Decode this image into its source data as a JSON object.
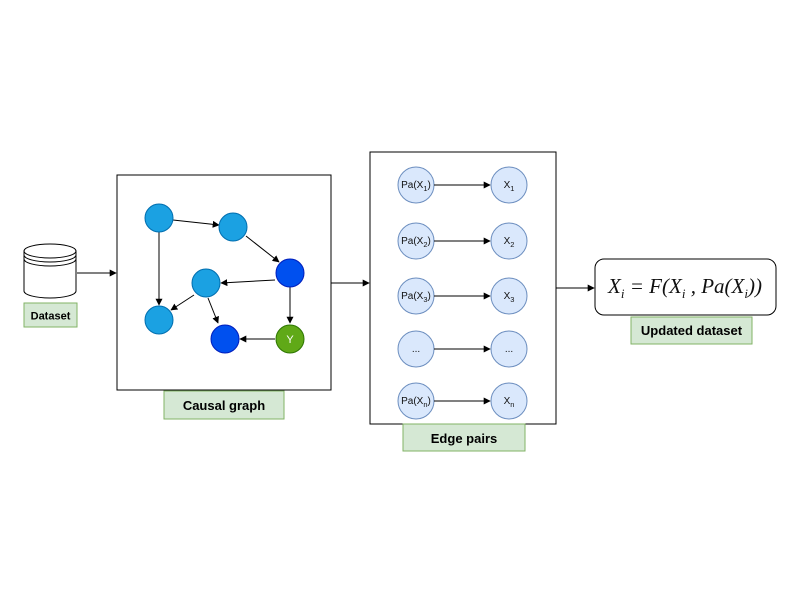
{
  "labels": {
    "dataset": "Dataset",
    "causal_graph": "Causal graph",
    "edge_pairs": "Edge pairs",
    "updated_dataset": "Updated dataset"
  },
  "graph": {
    "y_node": "Y"
  },
  "edge_pairs": [
    {
      "parent": "Pa(X",
      "parent_sub": "1",
      "parent_close": ")",
      "child": "X",
      "child_sub": "1"
    },
    {
      "parent": "Pa(X",
      "parent_sub": "2",
      "parent_close": ")",
      "child": "X",
      "child_sub": "2"
    },
    {
      "parent": "Pa(X",
      "parent_sub": "3",
      "parent_close": ")",
      "child": "X",
      "child_sub": "3"
    },
    {
      "parent": "...",
      "parent_sub": "",
      "parent_close": "",
      "child": "...",
      "child_sub": ""
    },
    {
      "parent": "Pa(X",
      "parent_sub": "n",
      "parent_close": ")",
      "child": "X",
      "child_sub": "n"
    }
  ],
  "formula": {
    "lhs": "X",
    "lhs_sub": "i",
    "eq": " = F(X",
    "arg_sub": "i",
    "mid": " , Pa(X",
    "pa_sub": "i",
    "end": "))"
  },
  "colors": {
    "label_fill": "#d5e8d4",
    "label_stroke": "#82b366",
    "node_light": "#1ba1e2",
    "node_dark": "#0050ef",
    "node_y": "#60a917",
    "pair_fill": "#dae8fc",
    "pair_stroke": "#6c8ebf"
  }
}
